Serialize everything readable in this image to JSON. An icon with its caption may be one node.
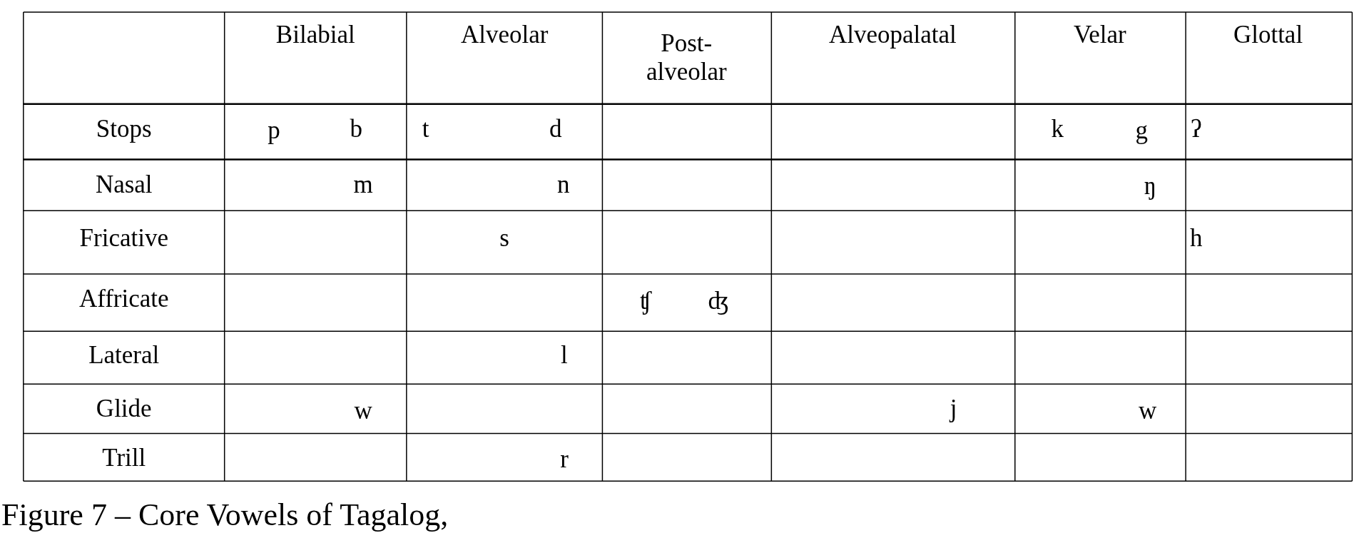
{
  "diagram": {
    "labels": [
      "Bilabial",
      "Alveolar",
      "Post- alveolar",
      "Alveopalatal",
      "Velar",
      "Glottal",
      "Stops",
      "p",
      "b",
      "t",
      "d",
      "k",
      "g",
      "ʔ",
      "Nasal",
      "m",
      "n",
      "ŋ",
      "Fricative",
      "s",
      "h",
      "Affricate",
      "ʧ",
      "ʤ",
      "Lateral",
      "l",
      "Glide",
      "w",
      "j",
      "w",
      "Trill",
      "r",
      "Figure 7 – Core Vowels of Tagalog,"
    ]
  }
}
